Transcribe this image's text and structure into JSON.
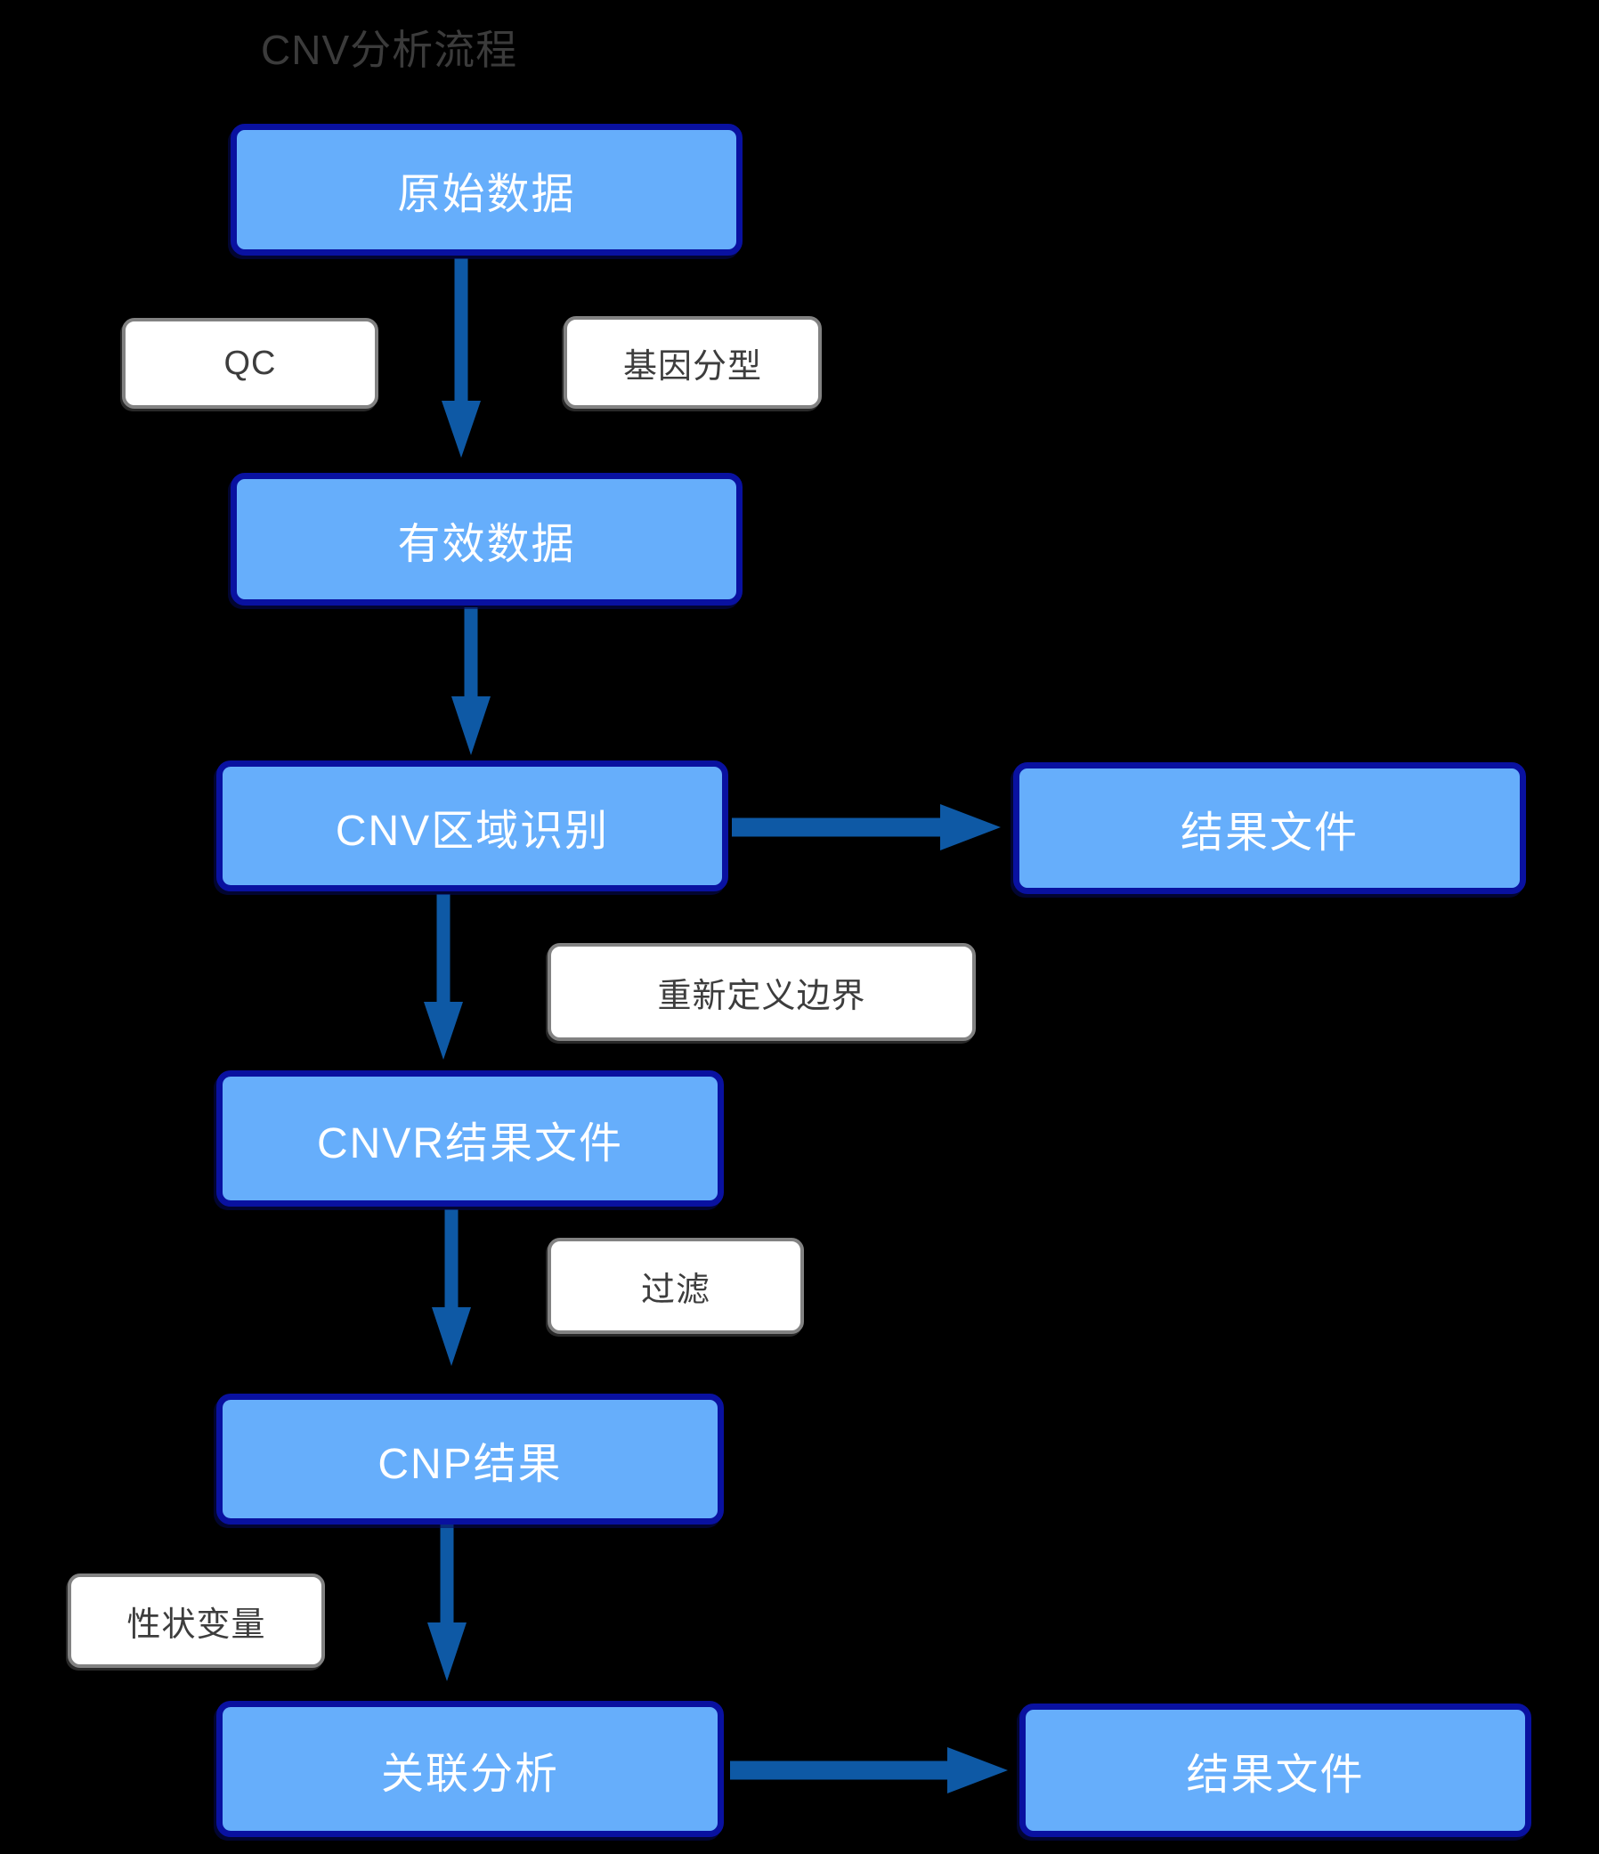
{
  "title": "CNV分析流程",
  "flowchart": {
    "nodes": [
      {
        "id": "raw-data",
        "label": "原始数据"
      },
      {
        "id": "valid-data",
        "label": "有效数据"
      },
      {
        "id": "cnv-region-id",
        "label": "CNV区域识别"
      },
      {
        "id": "result-file-1",
        "label": "结果文件"
      },
      {
        "id": "cnvr-result-file",
        "label": "CNVR结果文件"
      },
      {
        "id": "cnp-result",
        "label": "CNP结果"
      },
      {
        "id": "association",
        "label": "关联分析"
      },
      {
        "id": "result-file-2",
        "label": "结果文件"
      }
    ],
    "edge_labels": [
      {
        "id": "qc",
        "label": "QC"
      },
      {
        "id": "genotyping",
        "label": "基因分型"
      },
      {
        "id": "redefine",
        "label": "重新定义边界"
      },
      {
        "id": "filter",
        "label": "过滤"
      },
      {
        "id": "trait",
        "label": "性状变量"
      }
    ]
  },
  "colors": {
    "background": "#000000",
    "node_fill": "#66AEFB",
    "node_border": "#0911A0",
    "node_text": "#FFFFFF",
    "label_fill": "#FFFFFF",
    "label_border": "#828282",
    "label_text": "#3D3D3D",
    "arrow": "#0E59A5",
    "title_text": "#3B3B3B"
  }
}
